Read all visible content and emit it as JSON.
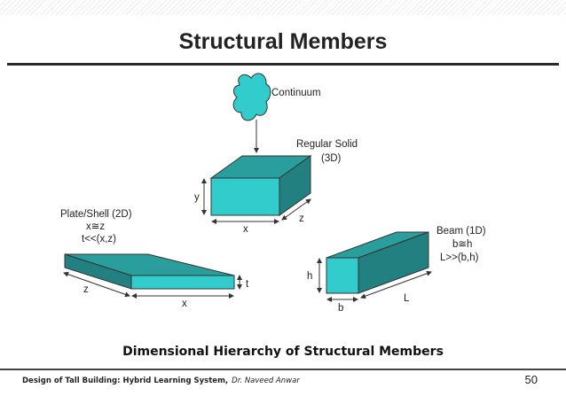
{
  "slide": {
    "title": "Structural Members",
    "caption": "Dimensional Hierarchy of Structural Members",
    "footer_course": "Design of Tall Building: Hybrid Learning System,",
    "footer_author": "Dr. Naveed Anwar",
    "page_number": "50"
  },
  "diagram": {
    "continuum": {
      "label": "Continuum"
    },
    "solid": {
      "title": "Regular Solid",
      "subtitle": "(3D)",
      "x": "x",
      "y": "y",
      "z": "z"
    },
    "plate": {
      "title": "Plate/Shell (2D)",
      "cond1": "x≅z",
      "cond2": "t<<(x,z)",
      "x": "x",
      "z": "z",
      "t": "t"
    },
    "beam": {
      "title": "Beam (1D)",
      "cond1": "b≅h",
      "cond2": "L>>(b,h)",
      "b": "b",
      "h": "h",
      "L": "L"
    }
  },
  "colors": {
    "teal_front": "#33cccc",
    "teal_top": "#2a9d9d",
    "teal_side": "#228080",
    "outline": "#333333"
  }
}
